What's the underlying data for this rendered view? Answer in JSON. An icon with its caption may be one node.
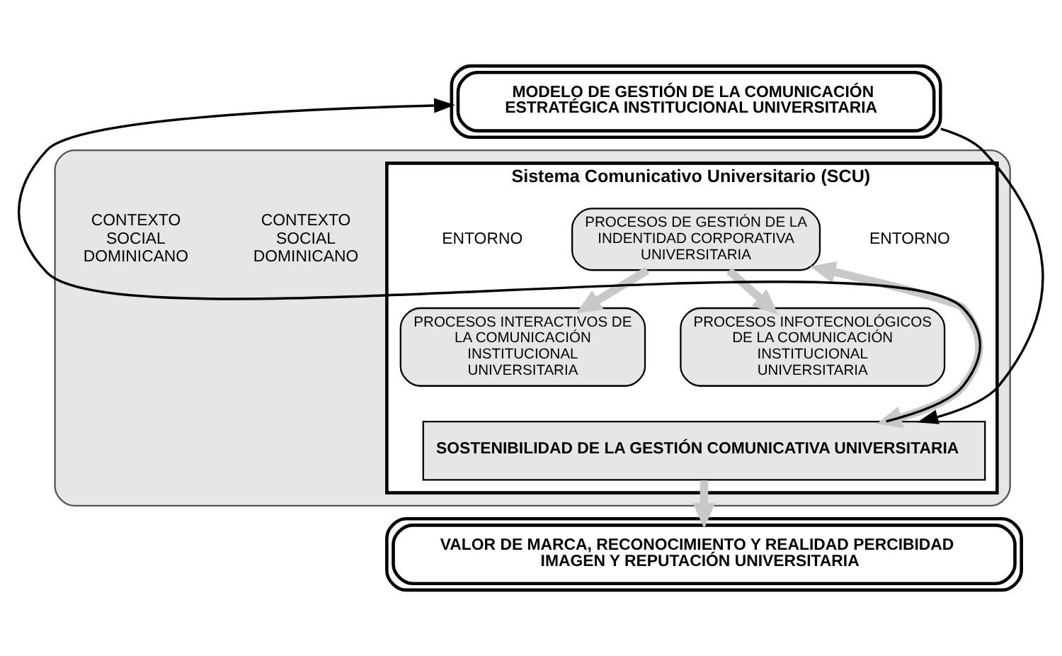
{
  "diagram": {
    "nodes": [
      {
        "text": [],
        "shape": "box"
      },
      {
        "text": [
          "MODELO DE GESTIÓN DE LA COMUNICACIÓN ESTRATÉGICA INSTITUCIONAL UNIVERSITARIA"
        ]
      },
      {
        "text": [
          "Sistema Comunicativo Universitario (SCU)"
        ],
        "in": 0
      },
      {
        "text": [
          "PROCESOS DE GESTIÓN DE LA INDENTIDAD CORPORATIVA UNIVERSITARIA"
        ],
        "in": 2
      },
      {
        "text": [
          "PROCESOS INTERACTIVOS DE LA COMUNICACIÓN INSTITUCIONAL UNIVERSITARIA"
        ],
        "in": 2
      },
      {
        "text": [
          "PROCESOS INFOTECNOLÓGICOS DE LA COMUNICACIÓN INSTITUCIONAL UNIVERSITARIA"
        ],
        "in": 2
      },
      {
        "text": [
          "SOSTENIBILIDAD DE LA GESTIÓN COMUNICATIVA UNIVERSITARIA"
        ],
        "in": 2
      },
      {
        "text": [
          "VALOR DE MARCA, RECONOCIMIENTO Y REALIDAD PERCIBIDAD IMAGEN Y REPUTACIÓN UNIVERSITARIA"
        ]
      }
    ],
    "edges": [
      {
        "from": 3,
        "to": 4,
        "arrow": "to"
      },
      {
        "from": 3,
        "to": 5,
        "arrow": "to"
      },
      {
        "from": 3,
        "to": 6,
        "arrow": "both"
      },
      {
        "from": 6,
        "to": 7,
        "arrow": "to"
      },
      {
        "from": 6,
        "to": 1,
        "arrow": "to",
        "color": "#000000"
      },
      {
        "from": 1,
        "to": 6,
        "arrow": "to",
        "color": "#000000"
      }
    ],
    "labels": [
      "CONTEXTO SOCIAL DOMINICANO",
      "ENTORNO",
      "ENTORNO",
      "CONTEXTO SOCIAL DOMINICANO"
    ]
  }
}
